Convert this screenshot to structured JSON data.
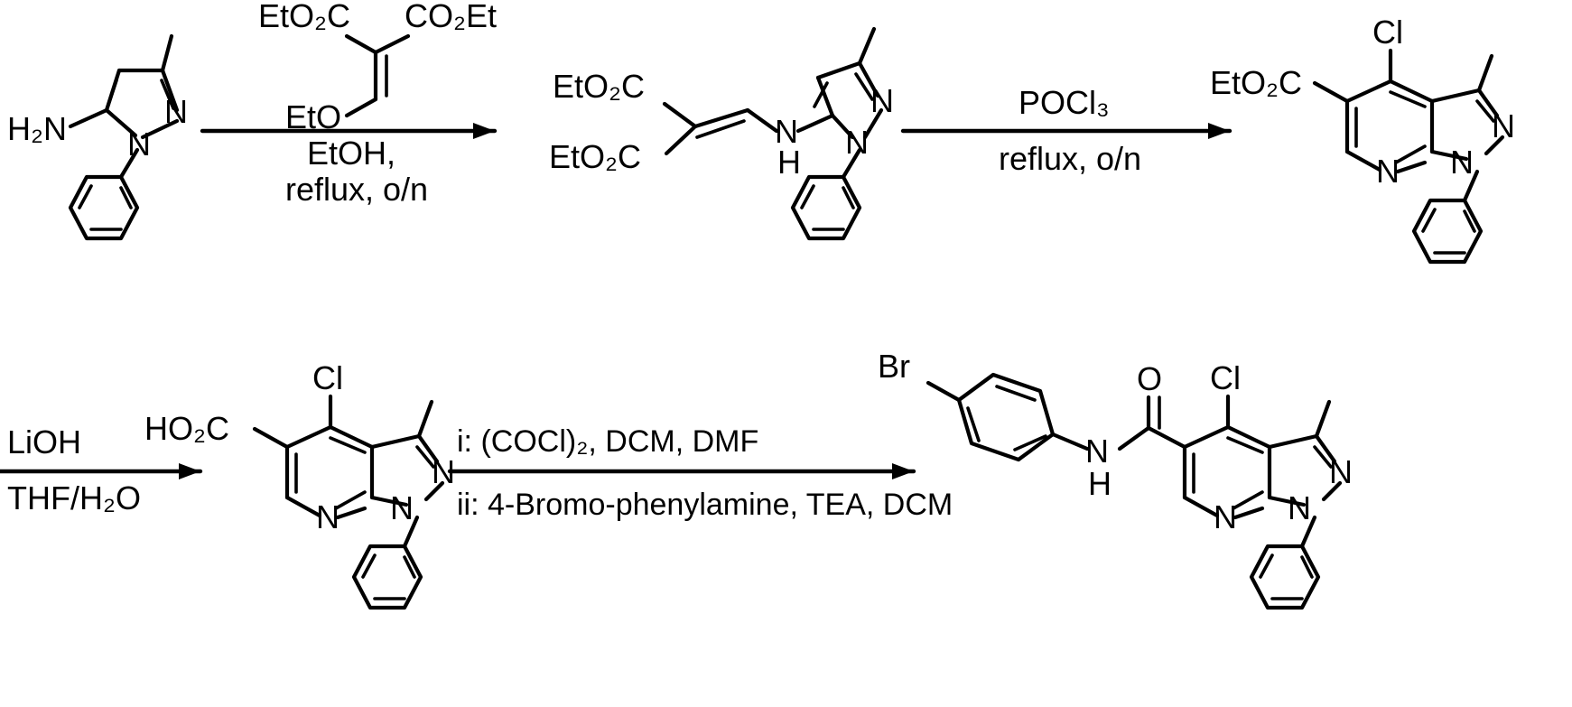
{
  "scheme": {
    "title": "Multi-step synthesis of 4-chloro-3-methyl-1-phenyl-pyrazolo[3,4-b]pyridine-5-carboxamide",
    "rows": 2,
    "steps": 4
  },
  "atoms": {
    "h2n": "H₂N",
    "n": "N",
    "nh_n": "N",
    "nh_h": "H",
    "cl": "Cl",
    "br": "Br",
    "o": "O",
    "eto2c": "EtO₂C",
    "co2et": "CO₂Et",
    "eto": "EtO",
    "ho2c": "HO₂C"
  },
  "step1": {
    "reagent_top_left": "EtO₂C",
    "reagent_top_right": "CO₂Et",
    "reagent_bottom": "EtO",
    "condition_line1": "EtOH,",
    "condition_line2": "reflux, o/n"
  },
  "step2": {
    "condition_line1": "POCl₃",
    "condition_line2": "reflux, o/n"
  },
  "step3": {
    "condition_line1": "LiOH",
    "condition_line2": "THF/H₂O"
  },
  "step4": {
    "condition_line1": "i: (COCl)₂, DCM, DMF",
    "condition_line2": "ii: 4-Bromo-phenylamine, TEA, DCM"
  },
  "structures": {
    "s1_name": "5-amino-3-methyl-1-phenylpyrazole",
    "s2_name": "diethyl 2-(((1-phenyl-3-methylpyrazol-5-yl)amino)methylene)malonate",
    "s3_name": "ethyl 4-chloro-3-methyl-1-phenylpyrazolo[3,4-b]pyridine-5-carboxylate",
    "s4_name": "4-chloro-3-methyl-1-phenylpyrazolo[3,4-b]pyridine-5-carboxylic acid",
    "s5_name": "N-(4-bromophenyl)-4-chloro-3-methyl-1-phenylpyrazolo[3,4-b]pyridine-5-carboxamide"
  },
  "colors": {
    "ink": "#000000",
    "background": "#ffffff"
  }
}
